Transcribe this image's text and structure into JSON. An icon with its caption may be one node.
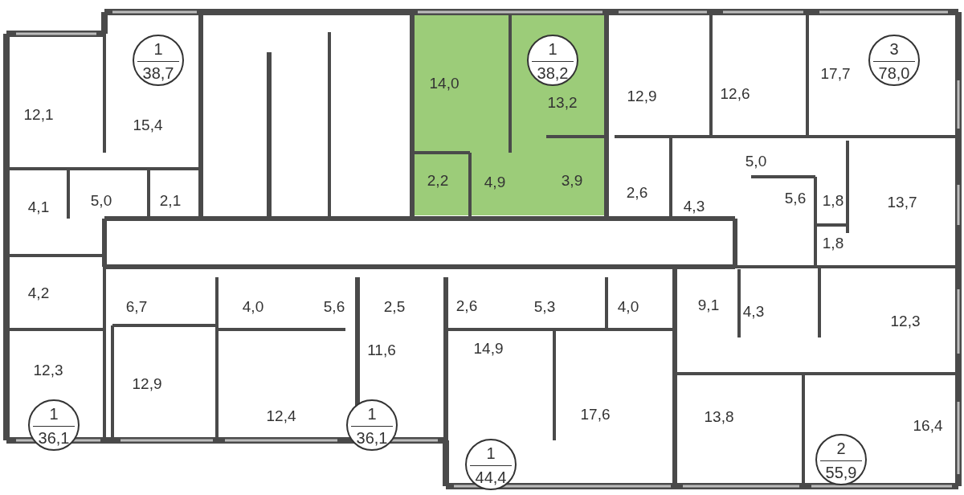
{
  "diagram": {
    "nodes": [
      {
        "text": [
          "1",
          "38,7"
        ]
      },
      {
        "text": [
          "1",
          "38,2"
        ]
      },
      {
        "text": [
          "3",
          "78,0"
        ]
      },
      {
        "text": [
          "1",
          "36,1"
        ]
      },
      {
        "text": [
          "1",
          "36,1"
        ]
      },
      {
        "text": [
          "1",
          "44,4"
        ]
      },
      {
        "text": [
          "2",
          "55,9"
        ]
      }
    ],
    "labels": [
      "17,7",
      "14,0",
      "12,9",
      "12,6",
      "13,2",
      "12,1",
      "15,4",
      "5,0",
      "2,2",
      "3,9",
      "4,9",
      "2,6",
      "13,7",
      "4,3",
      "5,6",
      "1,8",
      "5,0",
      "2,1",
      "4,1",
      "1,8",
      "4,2",
      "9,1",
      "6,7",
      "4,0",
      "5,6",
      "2,5",
      "2,6",
      "5,3",
      "4,0",
      "4,3",
      "12,3",
      "14,9",
      "11,6",
      "12,3",
      "12,9",
      "12,4",
      "17,6",
      "13,8",
      "16,4"
    ]
  }
}
